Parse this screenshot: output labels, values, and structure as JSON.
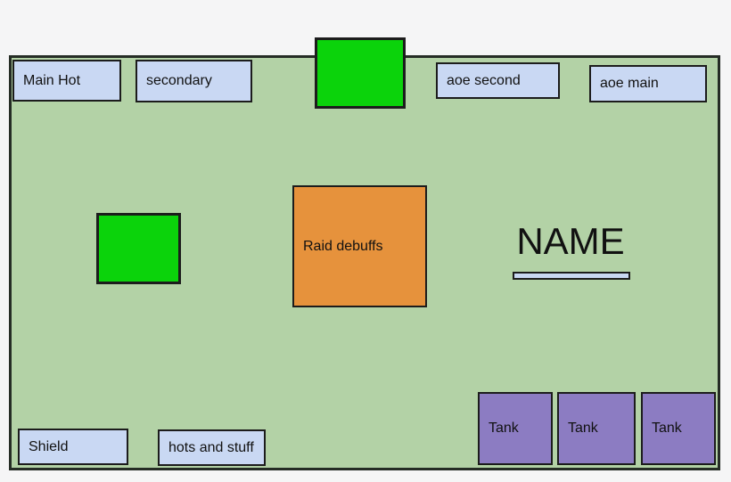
{
  "diagram": {
    "title_text": "NAME",
    "boxes": {
      "main_hot": {
        "label": "Main Hot"
      },
      "secondary": {
        "label": "secondary"
      },
      "aoe_second": {
        "label": "aoe second"
      },
      "aoe_main": {
        "label": "aoe main"
      },
      "raid_debuffs": {
        "label": "Raid debuffs"
      },
      "shield": {
        "label": "Shield"
      },
      "hots_and_stuff": {
        "label": "hots and stuff"
      }
    },
    "tanks": [
      {
        "label": "Tank"
      },
      {
        "label": "Tank"
      },
      {
        "label": "Tank"
      }
    ],
    "squares": [
      {
        "name": "top-center-green-square"
      },
      {
        "name": "mid-left-green-square"
      }
    ],
    "colors": {
      "page_background": "#f5f5f6",
      "canvas_fill": "#b3d2a6",
      "canvas_border": "#252c25",
      "label_box_fill": "#c9d8f3",
      "green_square_fill": "#0bd30b",
      "raid_debuffs_fill": "#e6923c",
      "tank_fill": "#8c7cc2",
      "box_border": "#1c1c1c",
      "text": "#111111"
    }
  }
}
